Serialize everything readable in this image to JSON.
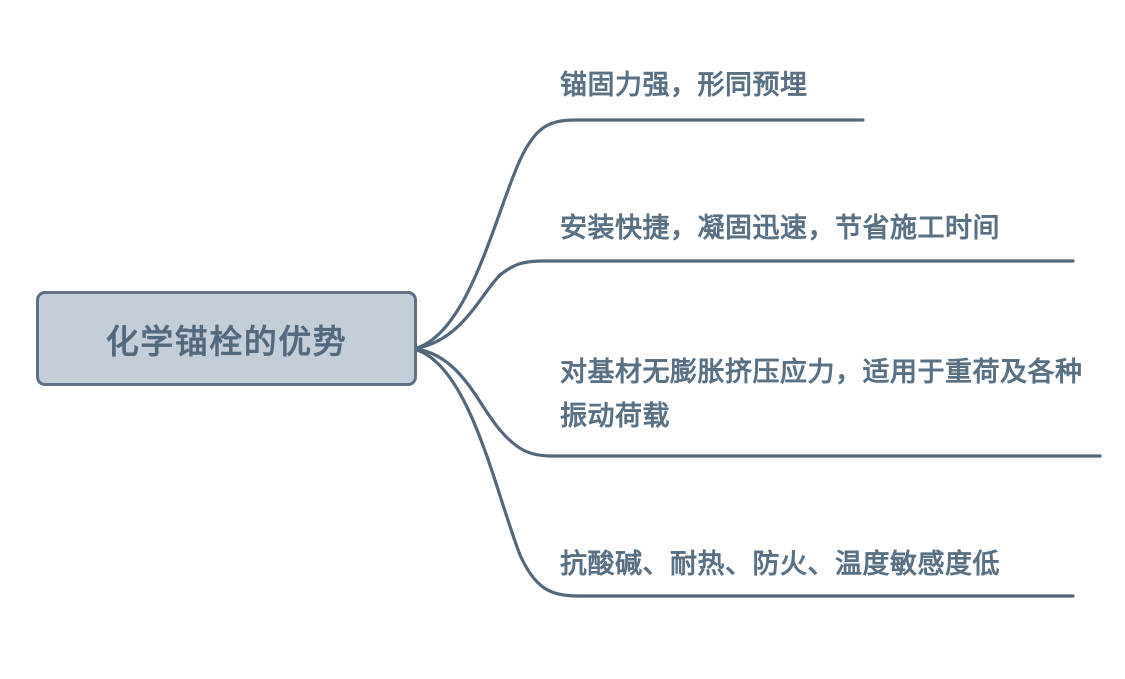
{
  "diagram": {
    "type": "mind-map",
    "orientation": "left-to-right",
    "background_color": "#ffffff",
    "root": {
      "label": "化学锚栓的优势",
      "fill_color": "#c3ced9",
      "border_color": "#5e7186",
      "text_color": "#53697e"
    },
    "connector_color": "#546madeup",
    "line_color": "#54687c",
    "branches": [
      {
        "id": "branch-1",
        "label": "锚固力强，形同预埋",
        "text_color": "#5a7184"
      },
      {
        "id": "branch-2",
        "label": "安装快捷，凝固迅速，节省施工时间",
        "text_color": "#5a7184"
      },
      {
        "id": "branch-3",
        "label": "对基材无膨胀挤压应力，适用于重荷及各种振动荷载",
        "text_color": "#5a7184"
      },
      {
        "id": "branch-4",
        "label": "抗酸碱、耐热、防火、温度敏感度低",
        "text_color": "#5a7184"
      }
    ]
  }
}
